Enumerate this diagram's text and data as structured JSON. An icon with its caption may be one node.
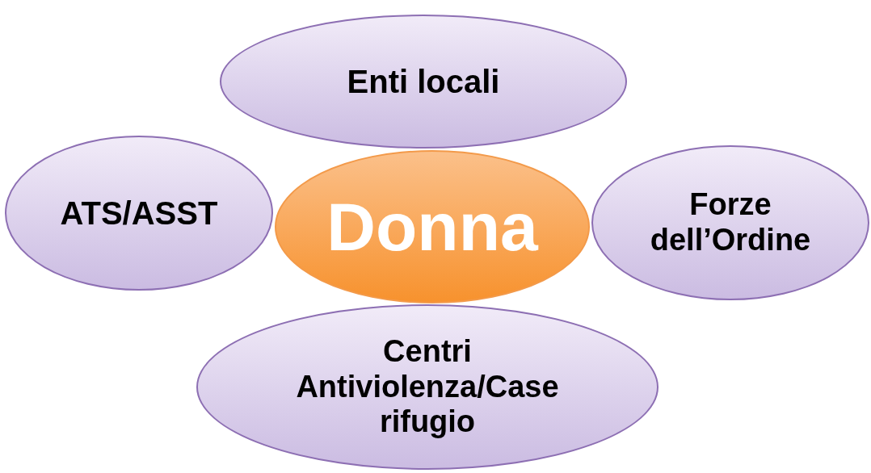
{
  "diagram": {
    "nodes": [
      {
        "text": [
          "Enti locali"
        ]
      },
      {
        "text": [
          "ATS/ASST"
        ]
      },
      {
        "text": [
          "Donna"
        ]
      },
      {
        "text": [
          "Forze dell’Ordine"
        ]
      },
      {
        "text": [
          "Centri Antiviolenza/Case rifugio"
        ]
      }
    ]
  }
}
